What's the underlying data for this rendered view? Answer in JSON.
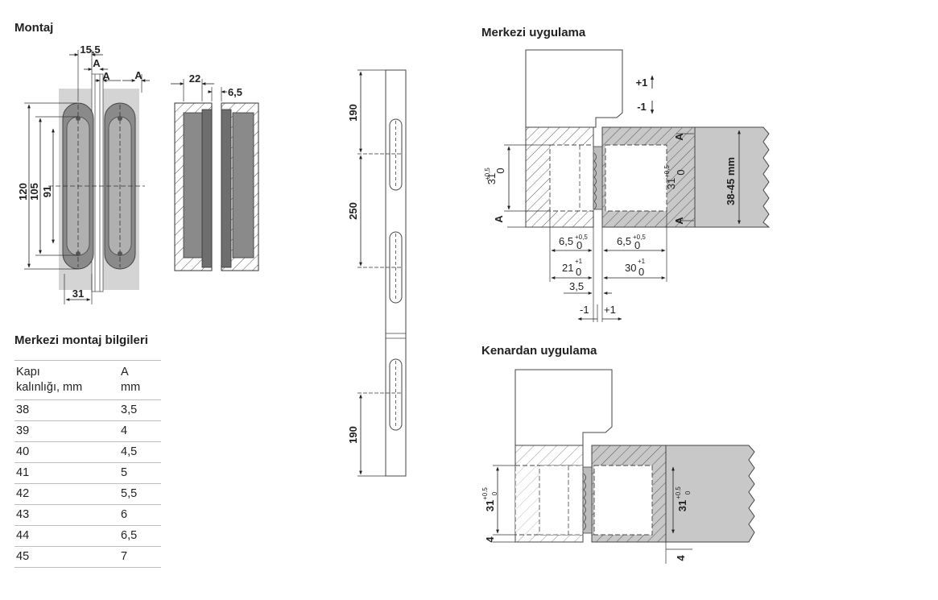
{
  "headings": {
    "montaj": "Montaj",
    "center_app": "Merkezi uygulama",
    "edge_app": "Kenardan uygulama",
    "table_title": "Merkezi montaj bilgileri"
  },
  "table": {
    "header": {
      "col1_line1": "Kapı",
      "col1_line2": "kalınlığı, mm",
      "col2_line1": "A",
      "col2_line2": "mm"
    },
    "rows": [
      {
        "thickness": "38",
        "a": "3,5"
      },
      {
        "thickness": "39",
        "a": "4"
      },
      {
        "thickness": "40",
        "a": "4,5"
      },
      {
        "thickness": "41",
        "a": "5"
      },
      {
        "thickness": "42",
        "a": "5,5"
      },
      {
        "thickness": "43",
        "a": "6"
      },
      {
        "thickness": "44",
        "a": "6,5"
      },
      {
        "thickness": "45",
        "a": "7"
      }
    ]
  },
  "montaj_dims": {
    "top_width": "15,5",
    "a_label": "A",
    "bottom_width": "31",
    "h120": "120",
    "h105": "105",
    "h91": "91",
    "section_22": "22",
    "section_65": "6,5"
  },
  "rail_dims": {
    "top": "190",
    "middle": "250",
    "bottom": "190"
  },
  "center_dims": {
    "up": "+1",
    "down": "-1",
    "h31": "31",
    "tol_plus": "+0,5",
    "tol_zero": "0",
    "a_label": "A",
    "left_65": "6,5",
    "right_65": "6,5",
    "tol_05": "+0,5",
    "d21": "21",
    "d30": "30",
    "tol_1": "+1",
    "d35": "3,5",
    "minus1": "-1",
    "plus1": "+1",
    "thickness": "38-45 mm"
  },
  "edge_dims": {
    "h31": "31",
    "tol_plus": "+0.5",
    "tol_zero": "0",
    "four": "4"
  },
  "colors": {
    "gray_fill": "#c8c8c8",
    "dark_gray": "#8a8a8a",
    "line": "#333333",
    "bg": "#ffffff"
  }
}
